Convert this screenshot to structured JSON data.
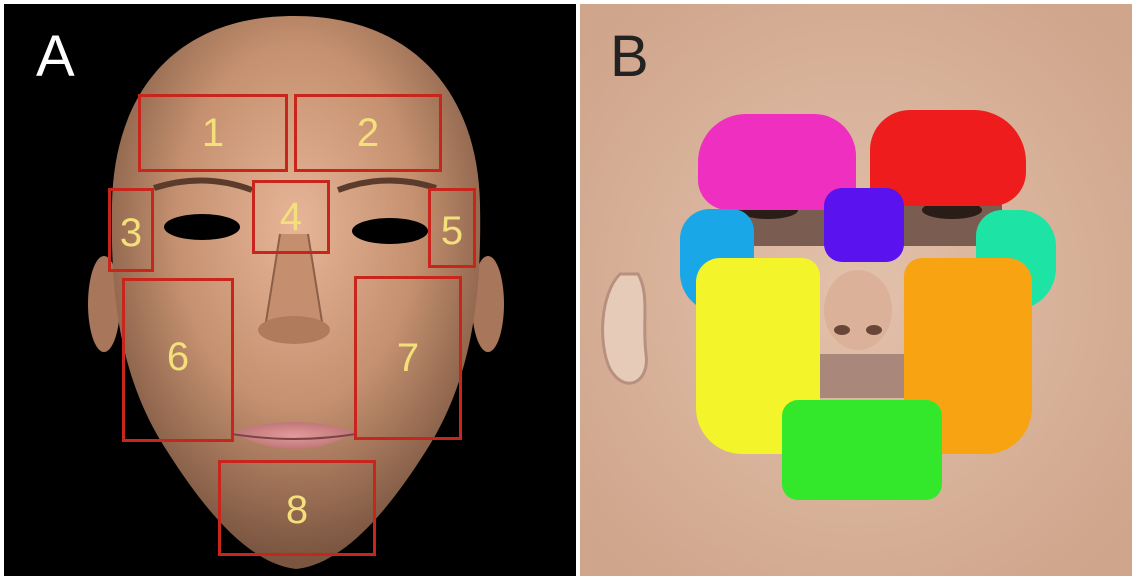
{
  "panels": [
    {
      "label": "A",
      "regions": [
        {
          "number": "1"
        },
        {
          "number": "2"
        },
        {
          "number": "3"
        },
        {
          "number": "4"
        },
        {
          "number": "5"
        },
        {
          "number": "6"
        },
        {
          "number": "7"
        },
        {
          "number": "8"
        }
      ]
    },
    {
      "label": "B",
      "regions": [
        {
          "color": "#ee2fbf"
        },
        {
          "color": "#ee1c1c"
        },
        {
          "color": "#1aa7e8"
        },
        {
          "color": "#5a12ee"
        },
        {
          "color": "#1de3a4"
        },
        {
          "color": "#f4f42a"
        },
        {
          "color": "#f7a312"
        },
        {
          "color": "#33e82b"
        }
      ]
    }
  ]
}
